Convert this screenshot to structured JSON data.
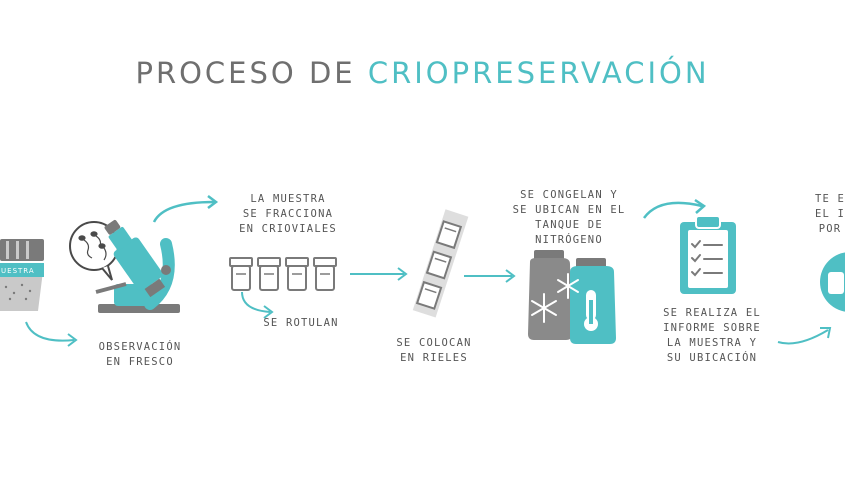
{
  "title": {
    "part1": "PROCESO DE ",
    "part2": "CRIOPRESERVACIÓN"
  },
  "colors": {
    "teal": "#4fbfc4",
    "gray": "#7a7a7a",
    "light_gray": "#c9c9c9"
  },
  "steps": {
    "sample_label": "MUESTRA",
    "observation": "OBSERVACIÓN\nEN FRESCO",
    "fraction": "LA MUESTRA\nSE FRACCIONA\nEN CRIOVIALES",
    "label_step": "SE ROTULAN",
    "rails": "SE COLOCAN\nEN RIELES",
    "freeze": "SE CONGELAN Y\nSE UBICAN EN EL\nTANQUE DE\nNITRÓGENO",
    "report": "SE REALIZA EL\nINFORME SOBRE\nLA MUESTRA Y\nSU UBICACIÓN",
    "final": "TE E\nEL I\nPOR"
  },
  "icons": [
    "sample-cup-icon",
    "speech-bubble-icon",
    "microscope-icon",
    "cryovials-icon",
    "rail-icon",
    "nitrogen-tank-icon",
    "snowflake-icon",
    "thermometer-icon",
    "clipboard-icon",
    "device-icon"
  ]
}
